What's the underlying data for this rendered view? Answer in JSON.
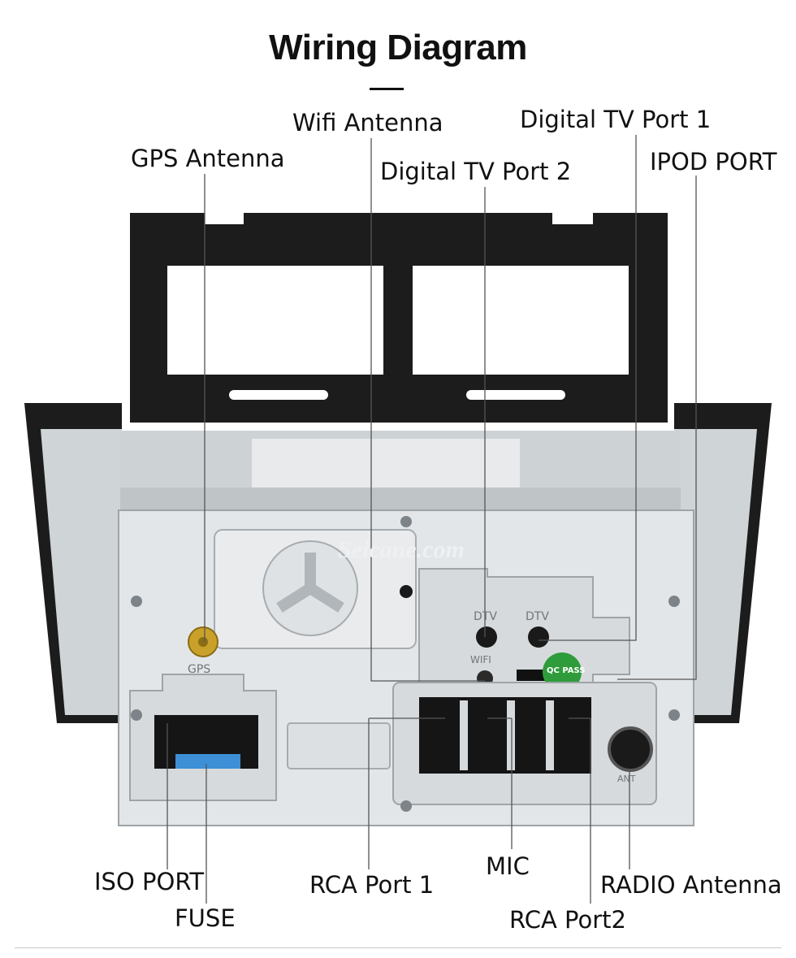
{
  "title": "Wiring Diagram",
  "labels": {
    "wifi_antenna": "Wifi Antenna",
    "digital_tv_port_1": "Digital TV Port 1",
    "gps_antenna": "GPS Antenna",
    "digital_tv_port_2": "Digital TV Port 2",
    "ipod_port": "IPOD PORT",
    "iso_port": "ISO PORT",
    "fuse": "FUSE",
    "rca_port_1": "RCA Port 1",
    "mic": "MIC",
    "radio_antenna": "RADIO Antenna",
    "rca_port_2": "RCA Port2"
  },
  "unit_markings": {
    "watermark": "Seicane.com",
    "gps": "GPS",
    "dtv_left": "DTV",
    "dtv_right": "DTV",
    "wifi": "WIFI",
    "ant": "ANT",
    "qc_sticker": "QC PASS"
  },
  "colors": {
    "frame": "#1c1c1c",
    "chassis": "#d9dde0",
    "plate": "#e3e6e8",
    "connector": "#151515",
    "fuse": "#3d8fd6",
    "gps_connector": "#c9a12a",
    "qc_sticker": "#2e9c3a",
    "leader_line": "#555555"
  }
}
